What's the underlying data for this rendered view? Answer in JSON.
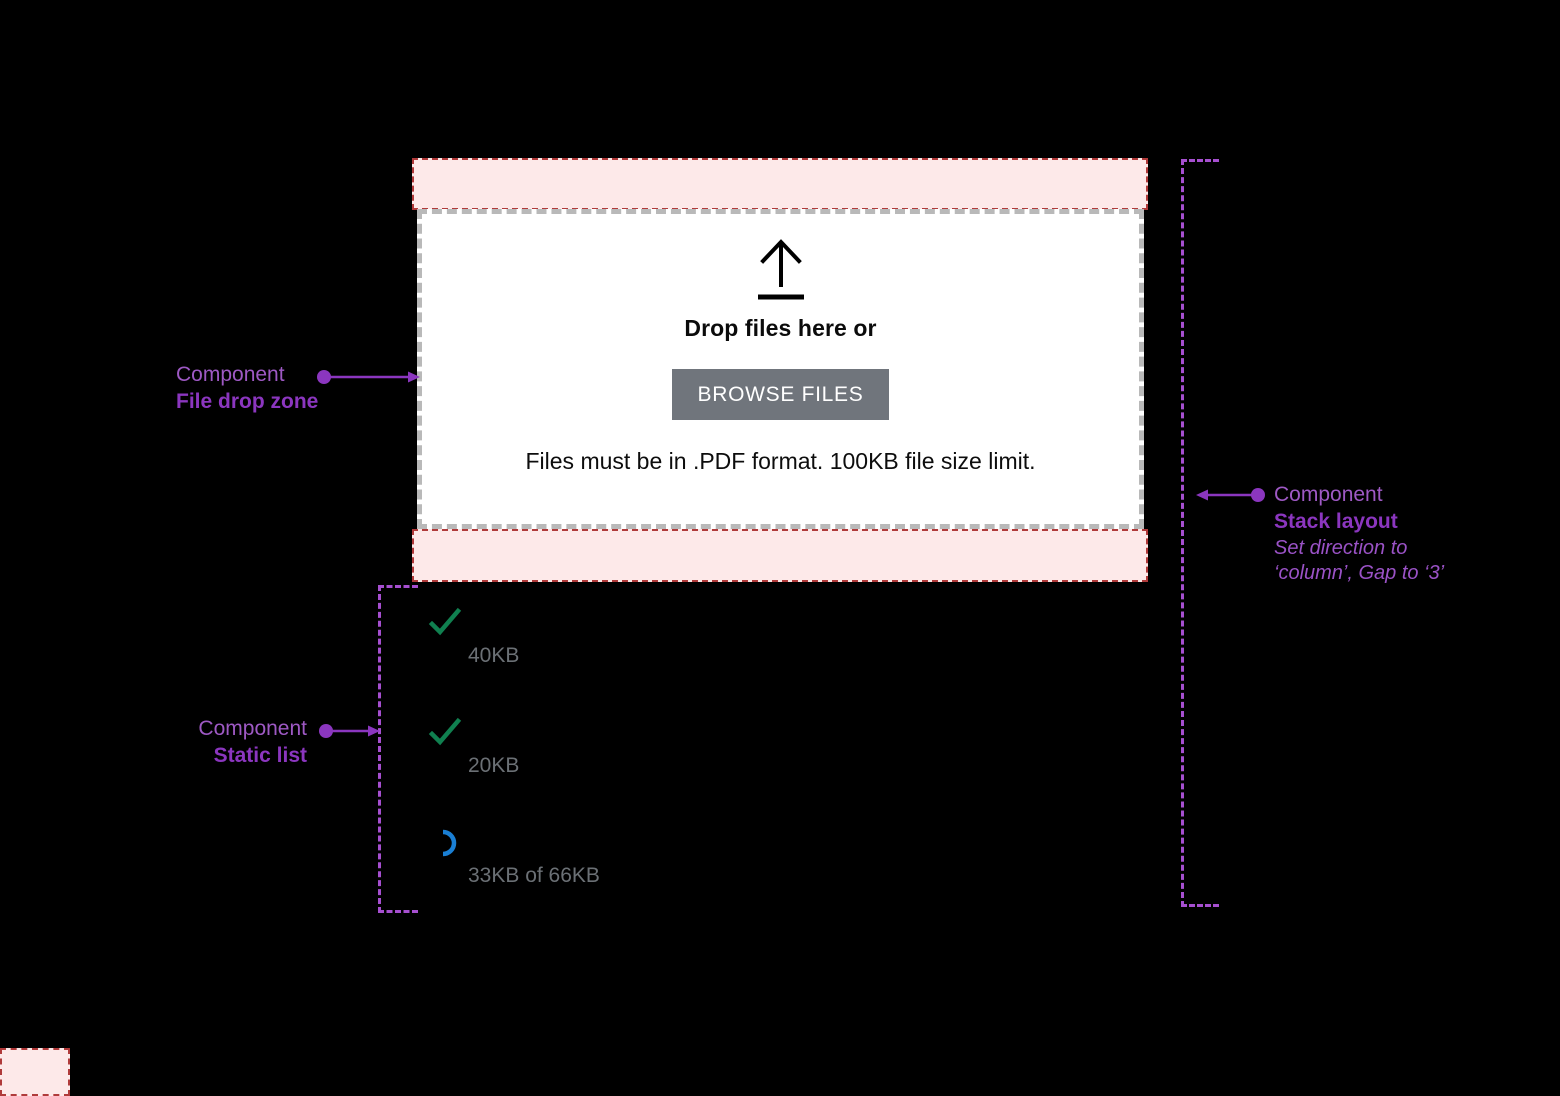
{
  "colors": {
    "background": "#000000",
    "spacing_fill": "#fde9e9",
    "spacing_border": "#b03a3a",
    "dropzone_border": "#b9b9b9",
    "dropzone_fill": "#ffffff",
    "button_bg": "#70757c",
    "button_text": "#ffffff",
    "annotation_purple": "#a64fd0",
    "annotation_label": "#9e59c4",
    "annotation_name": "#8b36bf",
    "success_green": "#108050",
    "spinner_blue": "#1a7fd4",
    "muted_text": "#6b7075"
  },
  "drop_zone": {
    "icon": "upload-arrow-icon",
    "title": "Drop files here or",
    "button_label": "BROWSE FILES",
    "hint": "Files must be in .PDF format. 100KB file size limit."
  },
  "static_list": {
    "items": [
      {
        "status_icon": "check-icon",
        "status": "complete",
        "size_label": "40KB"
      },
      {
        "status_icon": "check-icon",
        "status": "complete",
        "size_label": "20KB"
      },
      {
        "status_icon": "spinner-icon",
        "status": "uploading",
        "size_label": "33KB of 66KB"
      }
    ]
  },
  "annotations": {
    "drop_zone": {
      "kind": "Component",
      "name": "File drop zone"
    },
    "static_list": {
      "kind": "Component",
      "name": "Static list"
    },
    "stack_layout": {
      "kind": "Component",
      "name": "Stack layout",
      "note_line_1": "Set direction to",
      "note_line_2": "‘column’, Gap to ‘3’"
    }
  }
}
